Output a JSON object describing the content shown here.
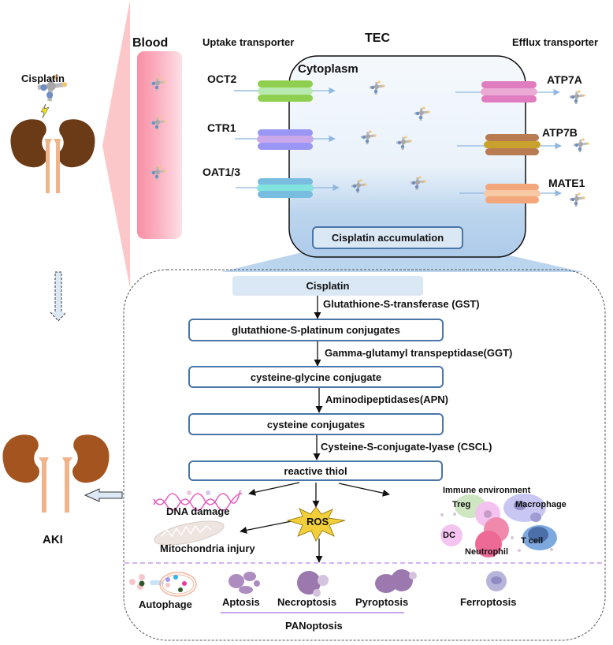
{
  "left_panel": {
    "drug_label": "Cisplatin",
    "outcome_label": "AKI",
    "colors": {
      "kidney_top": "#6b3a17",
      "kidney_bottom": "#a4541f",
      "ureter": "#f0b48a",
      "lightning": "#f5e21b"
    }
  },
  "blood": {
    "label": "Blood",
    "color": "#f9a3b4"
  },
  "tec": {
    "title": "TEC",
    "cytoplasm_label": "Cytoplasm",
    "accumulation_label": "Cisplatin accumulation",
    "uptake_header": "Uptake transporter",
    "efflux_header": "Efflux transporter",
    "uptake_transporters": [
      {
        "name": "OCT2",
        "colors": [
          "#8fcf4f",
          "#b8eab0"
        ]
      },
      {
        "name": "CTR1",
        "colors": [
          "#9a96f5",
          "#cba8ea"
        ]
      },
      {
        "name": "OAT1/3",
        "colors": [
          "#78bde0",
          "#82e3df"
        ]
      }
    ],
    "efflux_transporters": [
      {
        "name": "ATP7A",
        "colors": [
          "#e07cc0",
          "#ebaad4"
        ]
      },
      {
        "name": "ATP7B",
        "colors": [
          "#b97b52",
          "#c9a22e"
        ]
      },
      {
        "name": "MATE1",
        "colors": [
          "#f4a77a",
          "#f7c8a4"
        ]
      }
    ]
  },
  "pathway": {
    "start": "Cisplatin",
    "steps": [
      {
        "enzyme": "Glutathione-S-transferase (GST)",
        "product": "glutathione-S-platinum conjugates"
      },
      {
        "enzyme": "Gamma-glutamyl transpeptidase(GGT)",
        "product": "cysteine-glycine conjugate"
      },
      {
        "enzyme": "Aminodipeptidases(APN)",
        "product": "cysteine conjugates"
      },
      {
        "enzyme": "Cysteine-S-conjugate-lyase (CSCL)",
        "product": "reactive thiol"
      }
    ]
  },
  "effects": {
    "dna_damage": "DNA damage",
    "ros": "ROS",
    "mitochondria": "Mitochondria injury",
    "immune": {
      "title": "Immune environment",
      "cells": [
        "Treg",
        "Macrophage",
        "DC",
        "T cell",
        "Neutrophil"
      ]
    }
  },
  "cell_death": {
    "items": [
      "Autophage",
      "Aptosis",
      "Necroptosis",
      "Pyroptosis",
      "Ferroptosis"
    ],
    "panoptosis_label": "PANoptosis"
  }
}
